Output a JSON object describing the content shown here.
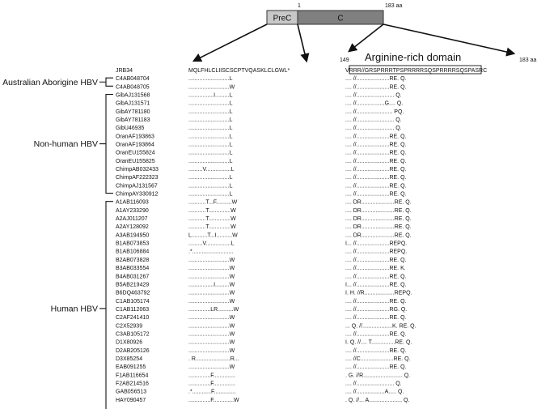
{
  "gene_bar": {
    "prec_label": "PreC",
    "c_label": "C",
    "start_label": "1",
    "end_label": "183 aa",
    "prec_color": "#c8c8c8",
    "c_color": "#808080"
  },
  "left_panel": {
    "sequence": "MQLFHLCLIISCSCPTVQASKLCLGWL*"
  },
  "right_panel": {
    "start_label": "149",
    "end_label": "183 aa",
    "title": "Arginine-rich domain",
    "sequence_head": "V",
    "sequence_boxed": "RRR//GRSPRRRTPSPRRRRSQSPRRRR",
    "sequence_tail": "SQSPASRC"
  },
  "groups": [
    {
      "label": "Australian Aborigine HBV",
      "first": 1,
      "last": 2
    },
    {
      "label": "Non-human HBV",
      "first": 3,
      "last": 15
    },
    {
      "label": "Human HBV",
      "first": 16,
      "last": 42
    }
  ],
  "rows": [
    {
      "name": "JRB34",
      "left": "",
      "right": ""
    },
    {
      "name": "C4AB048704",
      "left": "..........................L",
      "right": ".... //.....................RE. Q."
    },
    {
      "name": "C4AB048705",
      "left": "..........................W",
      "right": ".... //.....................RE. Q."
    },
    {
      "name": "GibAJ131568",
      "left": "................I.........L",
      "right": ".... //........................ Q."
    },
    {
      "name": "GibAJ131571",
      "left": "..........................L",
      "right": ".... //..................G.... Q."
    },
    {
      "name": "GibAY781180",
      "left": "..........................L",
      "right": ".... //....................... PQ."
    },
    {
      "name": "GibAY781183",
      "left": "..........................L",
      "right": ".... //........................ Q."
    },
    {
      "name": "GibU46935",
      "left": "..........................L",
      "right": ".... //........................ Q."
    },
    {
      "name": "OranAF193863",
      "left": "..........................L",
      "right": ".... //.....................RE. Q."
    },
    {
      "name": "OranAF193864",
      "left": "..........................L",
      "right": ".... //.....................RE. Q."
    },
    {
      "name": "OranEU155824",
      "left": "..........................L",
      "right": ".... //.....................RE. Q."
    },
    {
      "name": "OranEU155825",
      "left": "..........................L",
      "right": ".... //.....................RE. Q."
    },
    {
      "name": "ChimpAB032433",
      "left": ".........V................L",
      "right": ".... //.....................RE. Q."
    },
    {
      "name": "ChimpAF222323",
      "left": "..........................L",
      "right": ".... //.....................RE. Q."
    },
    {
      "name": "ChimpAJ131567",
      "left": "..........................L",
      "right": ".... //.....................RE. Q."
    },
    {
      "name": "ChimpAY330912",
      "left": "..........................L",
      "right": ".... //.....................RE. Q."
    },
    {
      "name": "A1AB116093",
      "left": "...........T...F..........W",
      "right": ".... DR.....................RE. Q."
    },
    {
      "name": "A1AY233290",
      "left": "...........T..............W",
      "right": ".... DR.....................RE. Q."
    },
    {
      "name": "A2AJ011207",
      "left": "...........T..............W",
      "right": ".... DR.....................RE. Q."
    },
    {
      "name": "A2AY128092",
      "left": "...........T..............W",
      "right": ".... DR.....................RE. Q."
    },
    {
      "name": "A3AB194950",
      "left": "L..........T...I..........W",
      "right": ".... DR.....................RE. Q."
    },
    {
      "name": "B1AB073853",
      "left": ".........V................L",
      "right": "I... //.....................REPQ."
    },
    {
      "name": "B1AB106884",
      "left": ".*..........................",
      "right": ".... //.....................REPQ."
    },
    {
      "name": "B2AB073828",
      "left": "..........................W",
      "right": ".... //.....................RE. Q."
    },
    {
      "name": "B3AB033554",
      "left": "..........................W",
      "right": ".... //.....................RE. K."
    },
    {
      "name": "B4AB031267",
      "left": "..........................W",
      "right": ".... //.....................RE. Q."
    },
    {
      "name": "B5AB219429",
      "left": "................I.........W",
      "right": "I... //.....................RE. Q."
    },
    {
      "name": "B6DQ463792",
      "left": "..........................W",
      "right": "I. H. //R...................REPQ."
    },
    {
      "name": "C1AB105174",
      "left": "..........................W",
      "right": ".... //.....................RE. Q."
    },
    {
      "name": "C1AB112063",
      "left": "..............LR..........W",
      "right": ".... //.....................RG. Q."
    },
    {
      "name": "C2AF241410",
      "left": "..........................W",
      "right": ".... //.....................RE. Q."
    },
    {
      "name": "C2X52939",
      "left": "..........................W",
      "right": "... Q. //...................K. RE. Q."
    },
    {
      "name": "C3AB105172",
      "left": "..........................W",
      "right": ".... //.....................RE. Q."
    },
    {
      "name": "D1X80926",
      "left": "..........................W",
      "right": "I. Q. //.... T...............RE. Q."
    },
    {
      "name": "D2AB205126",
      "left": "..........................W",
      "right": ".... //.....................RE. Q."
    },
    {
      "name": "D3X85254",
      "left": ". R......................R...",
      "right": ".... //C.....................RE. Q."
    },
    {
      "name": "EAB091255",
      "left": "..........................W",
      "right": ".... //.....................RE. Q."
    },
    {
      "name": "F1AB116654",
      "left": "..............F..............",
      "right": ". G. //R......................... Q."
    },
    {
      "name": "F2AB214516",
      "left": "..............F..............",
      "right": ".... //........................ Q."
    },
    {
      "name": "GAB056513",
      "left": ".*............F..............",
      "right": ".... //..................A..... Q."
    },
    {
      "name": "HAY090457",
      "left": "..............F.............W",
      "right": ". Q. //... A..................... Q."
    }
  ]
}
